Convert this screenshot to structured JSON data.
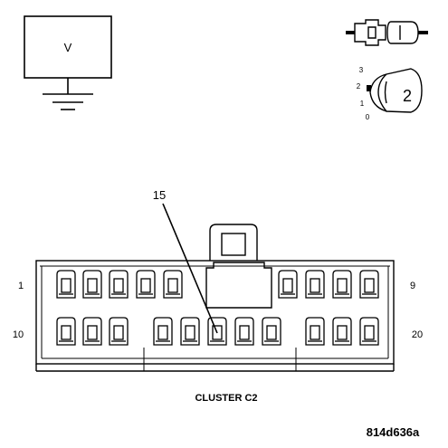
{
  "meter": {
    "label": "V"
  },
  "ignition_switch": {
    "positions": [
      "3",
      "2",
      "1",
      "0"
    ],
    "selected": "2"
  },
  "connector": {
    "name": "CLUSTER C2",
    "pointer_label": "15",
    "row1": {
      "first_pin": "1",
      "last_pin": "9",
      "pin_count": 9
    },
    "row2": {
      "first_pin": "10",
      "last_pin": "20",
      "pin_count": 11
    }
  },
  "figure_id": "814d636a"
}
